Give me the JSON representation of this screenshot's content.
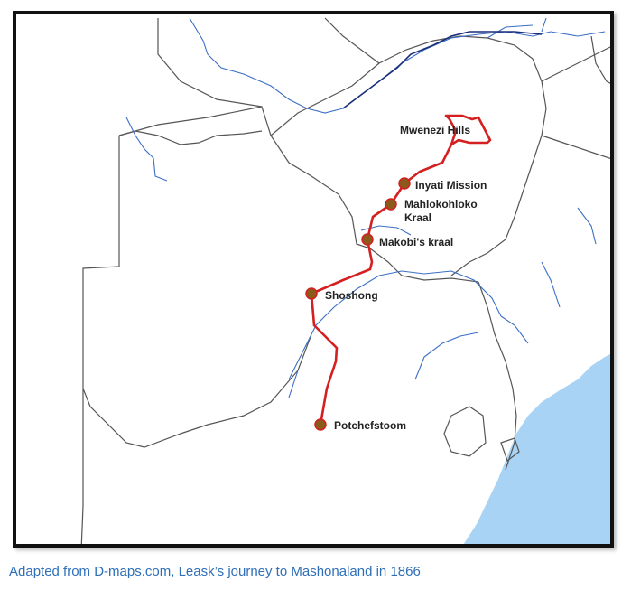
{
  "map": {
    "colors": {
      "sea": "#a8d3f5",
      "border": "#555555",
      "river": "#3b6fc4",
      "river_dark": "#1a2f7a",
      "route": "#d42020",
      "stop": "#8b5a1b"
    },
    "places": [
      {
        "name": "Mwenezi Hills"
      },
      {
        "name": "Inyati Mission"
      },
      {
        "name": "Mahlokohloko",
        "name2": "Kraal"
      },
      {
        "name": "Makobi's kraal"
      },
      {
        "name": "Shoshong"
      },
      {
        "name": "Potchefstoom"
      }
    ]
  },
  "caption": "Adapted from D-maps.com, Leask’s journey to Mashonaland in 1866"
}
